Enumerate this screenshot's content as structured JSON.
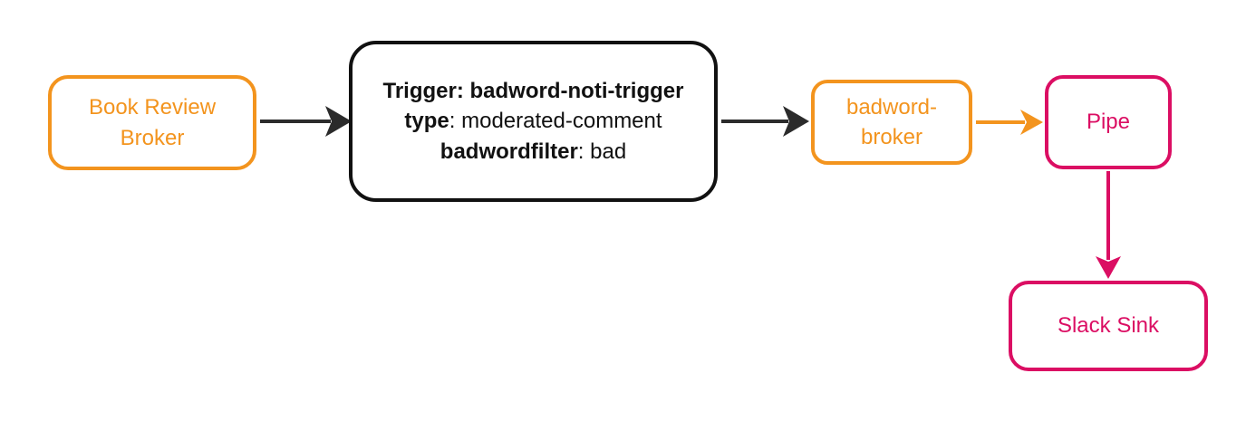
{
  "colors": {
    "orange": "#F3941E",
    "pink": "#DB0E63",
    "dark": "#111111",
    "arrow_dark": "#2B2B2B",
    "background": "#FFFFFF"
  },
  "nodes": {
    "book_review_broker": {
      "label": "Book Review Broker",
      "type": "broker",
      "color": "#F3941E"
    },
    "trigger": {
      "lines": [
        {
          "bold": "Trigger: badword-noti-trigger",
          "normal": ""
        },
        {
          "bold": "type",
          "normal": ": moderated-comment"
        },
        {
          "bold": "badwordfilter",
          "normal": ": bad"
        }
      ],
      "type": "trigger",
      "color": "#111111"
    },
    "badword_broker": {
      "label": "badword-broker",
      "type": "broker",
      "color": "#F3941E"
    },
    "pipe": {
      "label": "Pipe",
      "type": "pipe",
      "color": "#DB0E63"
    },
    "slack_sink": {
      "label": "Slack Sink",
      "type": "sink",
      "color": "#DB0E63"
    }
  },
  "edges": [
    {
      "from": "book_review_broker",
      "to": "trigger",
      "color": "#2B2B2B"
    },
    {
      "from": "trigger",
      "to": "badword_broker",
      "color": "#2B2B2B"
    },
    {
      "from": "badword_broker",
      "to": "pipe",
      "color": "#F3941E"
    },
    {
      "from": "pipe",
      "to": "slack_sink",
      "color": "#DB0E63"
    }
  ]
}
